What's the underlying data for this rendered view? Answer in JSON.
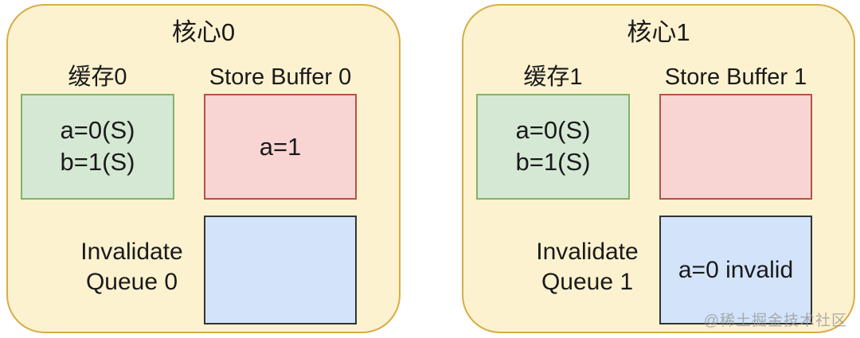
{
  "colors": {
    "panel_fill": "#FCF2CF",
    "panel_border": "#D8AC46",
    "cache_fill": "#D5E8D4",
    "cache_border": "#82B366",
    "store_buffer_fill": "#F8D5D2",
    "store_buffer_border": "#B05447",
    "invalidate_queue_fill": "#D3E3FA",
    "invalidate_queue_border": "#333333",
    "text": "#1A1A1A",
    "watermark_text": "#969696"
  },
  "watermark": "@稀土掘金技术社区",
  "cores": [
    {
      "title": "核心0",
      "cache_label": "缓存0",
      "cache_lines": [
        "a=0(S)",
        "b=1(S)"
      ],
      "store_buffer_label": "Store Buffer 0",
      "store_buffer_content": "a=1",
      "invalidate_queue_label": [
        "Invalidate",
        "Queue 0"
      ],
      "invalidate_queue_content": ""
    },
    {
      "title": "核心1",
      "cache_label": "缓存1",
      "cache_lines": [
        "a=0(S)",
        "b=1(S)"
      ],
      "store_buffer_label": "Store Buffer 1",
      "store_buffer_content": "",
      "invalidate_queue_label": [
        "Invalidate",
        "Queue 1"
      ],
      "invalidate_queue_content": "a=0 invalid"
    }
  ]
}
